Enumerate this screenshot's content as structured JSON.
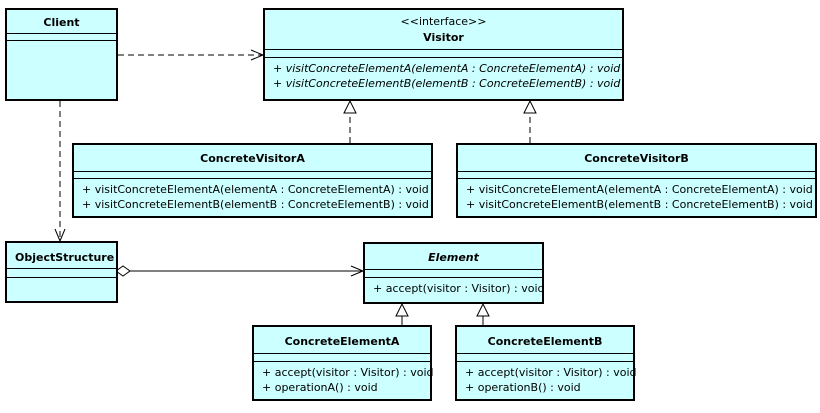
{
  "client": {
    "name": "Client"
  },
  "visitor": {
    "stereotype": "<<interface>>",
    "name": "Visitor",
    "operations": [
      "+ visitConcreteElementA(elementA : ConcreteElementA) : void",
      "+ visitConcreteElementB(elementB : ConcreteElementB) : void"
    ]
  },
  "concrete_visitor_a": {
    "name": "ConcreteVisitorA",
    "operations": [
      "+ visitConcreteElementA(elementA : ConcreteElementA) : void",
      "+ visitConcreteElementB(elementB : ConcreteElementB) : void"
    ]
  },
  "concrete_visitor_b": {
    "name": "ConcreteVisitorB",
    "operations": [
      "+ visitConcreteElementA(elementA : ConcreteElementA) : void",
      "+ visitConcreteElementB(elementB : ConcreteElementB) : void"
    ]
  },
  "object_structure": {
    "name": "ObjectStructure"
  },
  "element": {
    "name": "Element",
    "operations": [
      "+ accept(visitor : Visitor) : void"
    ]
  },
  "concrete_element_a": {
    "name": "ConcreteElementA",
    "operations": [
      "+ accept(visitor : Visitor) : void",
      "+ operationA() : void"
    ]
  },
  "concrete_element_b": {
    "name": "ConcreteElementB",
    "operations": [
      "+ accept(visitor : Visitor) : void",
      "+ operationB() : void"
    ]
  },
  "colors": {
    "box_fill": "#ccffff",
    "stroke": "#000000"
  }
}
